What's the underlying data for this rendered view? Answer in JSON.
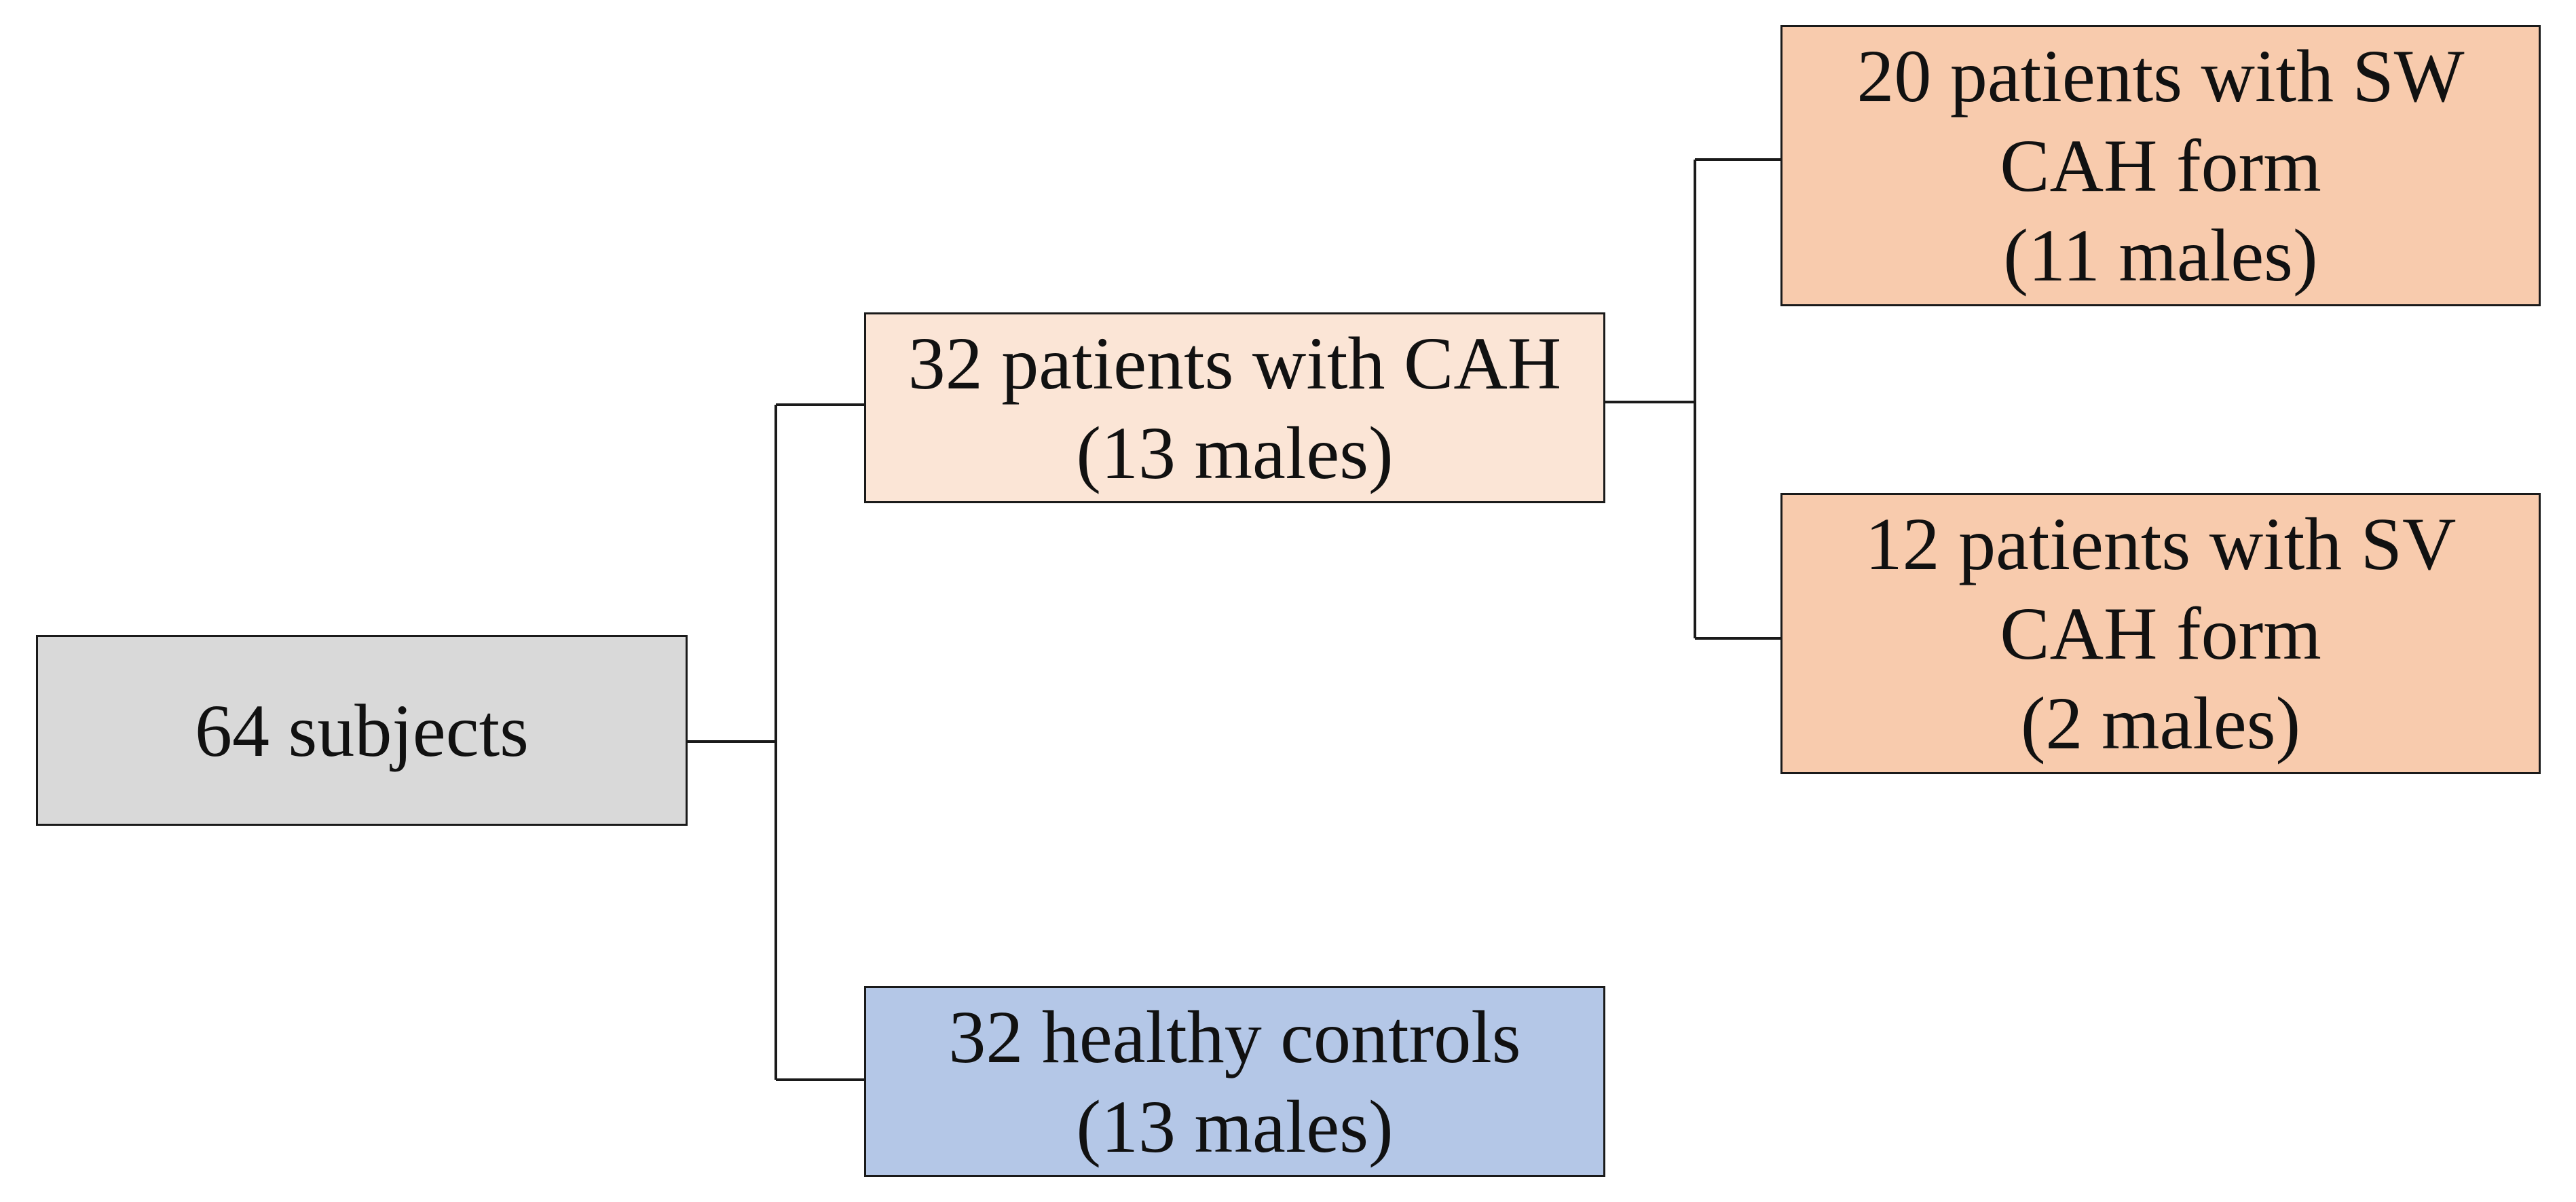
{
  "colors": {
    "root": "#d9d9d9",
    "cah": "#fbe5d6",
    "controls": "#b4c7e7",
    "subgroups": "#f8cbad",
    "lines": "#1a1a1a"
  },
  "nodes": {
    "root": {
      "lines": [
        "64 subjects"
      ]
    },
    "cah": {
      "lines": [
        "32 patients with CAH",
        "(13 males)"
      ]
    },
    "controls": {
      "lines": [
        "32 healthy controls",
        "(13 males)"
      ]
    },
    "sw": {
      "lines": [
        "20 patients with SW",
        "CAH form",
        "(11 males)"
      ]
    },
    "sv": {
      "lines": [
        "12 patients with SV",
        "CAH form",
        "(2 males)"
      ]
    }
  }
}
